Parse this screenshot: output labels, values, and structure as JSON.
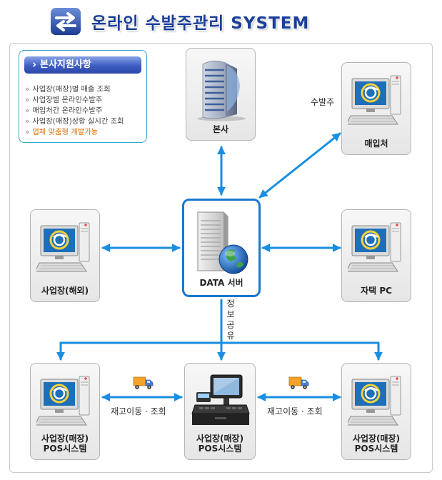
{
  "header": {
    "title": "온라인 수발주관리 SYSTEM",
    "icon": "exchange-arrows-icon"
  },
  "support": {
    "title": "본사지원사항",
    "items": [
      "사업장(매장)별 매출 조회",
      "사업장별 온라인수발주",
      "매입처간 온라인수발주",
      "사업장(매장)상황 실시간 조회"
    ],
    "highlight_item": "업체 맞춤형 개발가능",
    "highlight_color": "#dd6a00"
  },
  "nodes": {
    "hq": {
      "label": "본사",
      "icon": "office-building-icon"
    },
    "supplier": {
      "label": "매입처",
      "icon": "desktop-pc-icon"
    },
    "overseas": {
      "label": "사업장(해외)",
      "icon": "desktop-pc-icon"
    },
    "server": {
      "label": "DATA 서버",
      "icon": "server-globe-icon"
    },
    "home_pc": {
      "label": "자택 PC",
      "icon": "desktop-pc-icon"
    },
    "store_left": {
      "line1": "사업장(매장)",
      "line2": "POS시스템",
      "icon": "desktop-pc-icon"
    },
    "store_center": {
      "line1": "사업장(매장)",
      "line2": "POS시스템",
      "icon": "pos-terminal-icon"
    },
    "store_right": {
      "line1": "사업장(매장)",
      "line2": "POS시스템",
      "icon": "desktop-pc-icon"
    }
  },
  "edges": {
    "order_label": "수발주",
    "info_share_label": "정보공유",
    "stock_label_left": "재고이동 · 조회",
    "stock_label_right": "재고이동 · 조회"
  },
  "colors": {
    "arrow": "#1a8ee0",
    "title": "#1a3f99",
    "server_border": "#1979cc"
  }
}
